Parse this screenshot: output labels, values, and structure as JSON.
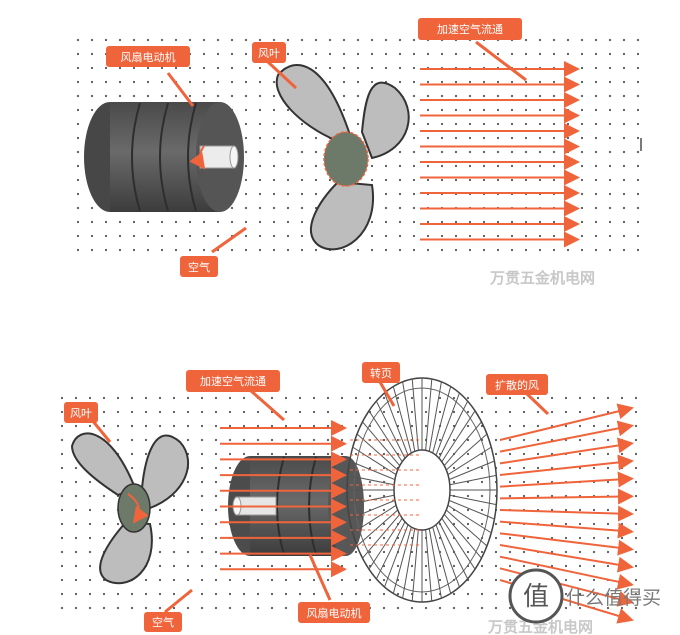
{
  "top_diagram": {
    "labels": {
      "motor": "风扇电动机",
      "blade": "风叶",
      "airflow": "加速空气流通",
      "air": "空气"
    },
    "watermark": "万贯五金机电网"
  },
  "bottom_diagram": {
    "labels": {
      "blade": "风叶",
      "airflow": "加速空气流通",
      "grille": "转页",
      "spread": "扩散的风",
      "air": "空气",
      "motor": "风扇电动机"
    },
    "watermark": "万贯五金机电网"
  },
  "site_badge": {
    "text": "什么值得买",
    "icon": "zhi-logo-icon"
  },
  "colors": {
    "accent": "#f0643c",
    "motor": "#5e5e5e",
    "blade": "#b8b8b8",
    "hub": "#6d7a6a"
  }
}
